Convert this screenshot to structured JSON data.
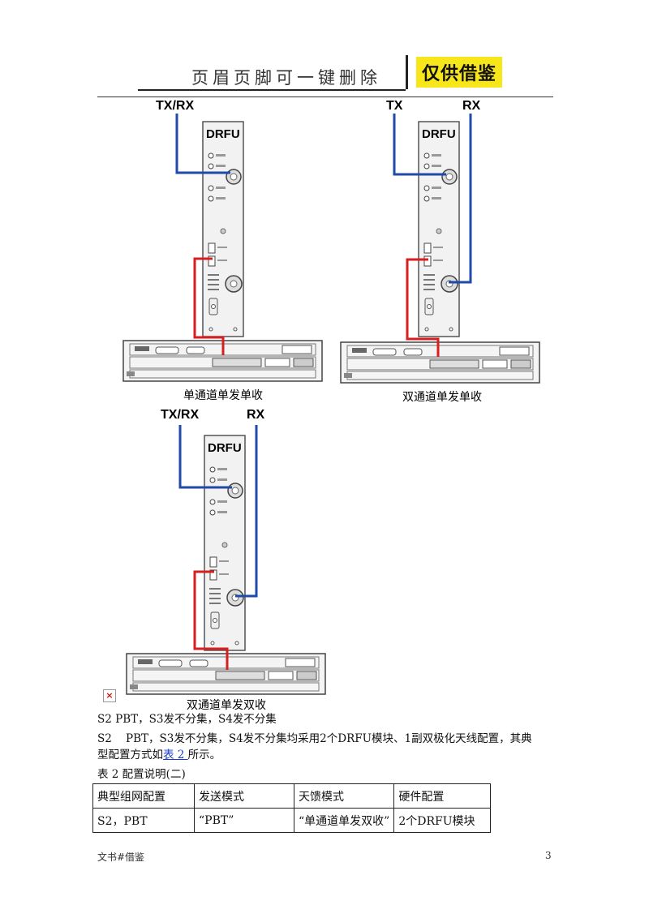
{
  "header": {
    "title": "页眉页脚可一键删除",
    "badge": "仅供借鉴"
  },
  "diagrams": {
    "unit_label": "DRFU",
    "d1": {
      "ant_label": "TX/RX",
      "caption": "单通道单发单收"
    },
    "d2": {
      "tx_label": "TX",
      "rx_label": "RX",
      "caption": "双通道单发单收"
    },
    "d3": {
      "ant_label": "TX/RX",
      "rx_label": "RX",
      "caption": "双通道单发双收"
    },
    "colors": {
      "antenna_cable": "#1f4aa8",
      "cpri_cable": "#d81e1e"
    }
  },
  "body": {
    "line1": "S2 PBT，S3发不分集，S4发不分集",
    "line2": "S2    PBT，S3发不分集，S4发不分集均采用2个DRFU模块、1副双极化天线配置，其典",
    "line3_pre": "型配置方式如",
    "line3_link": "表 2 ",
    "line3_post": "所示。",
    "table_caption": "表 2  配置说明(二)"
  },
  "table": {
    "headers": [
      "典型组网配置",
      "发送模式",
      "天馈模式",
      "硬件配置"
    ],
    "rows": [
      [
        "S2，PBT",
        "“PBT”",
        "“单通道单发双收”",
        "2个DRFU模块"
      ]
    ]
  },
  "footer": {
    "left": "文书#借鉴",
    "page": "3"
  }
}
